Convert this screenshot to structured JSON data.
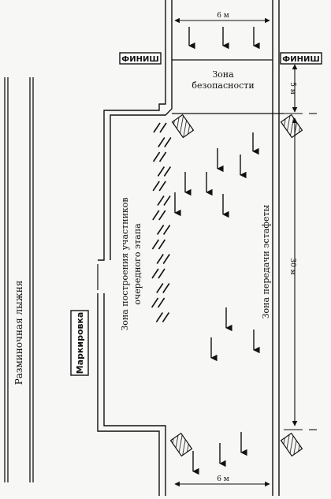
{
  "labels": {
    "finish_left": "ФИНИШ",
    "finish_right": "ФИНИШ",
    "top_width": "6 м",
    "bottom_width": "6 м",
    "safety_zone_line1": "Зона",
    "safety_zone_line2": "безопасности",
    "dist_5": "5 м",
    "dist_30": "30 м",
    "baton_zone": "Зона передачи эстафеты",
    "lineup_zone_line1": "Зона построения участников",
    "lineup_zone_line2": "очередного этапа",
    "marking": "Маркировка",
    "warmup_track": "Разминочная лыжня"
  },
  "colors": {
    "ink": "#111111",
    "background": "#f7f7f5"
  }
}
